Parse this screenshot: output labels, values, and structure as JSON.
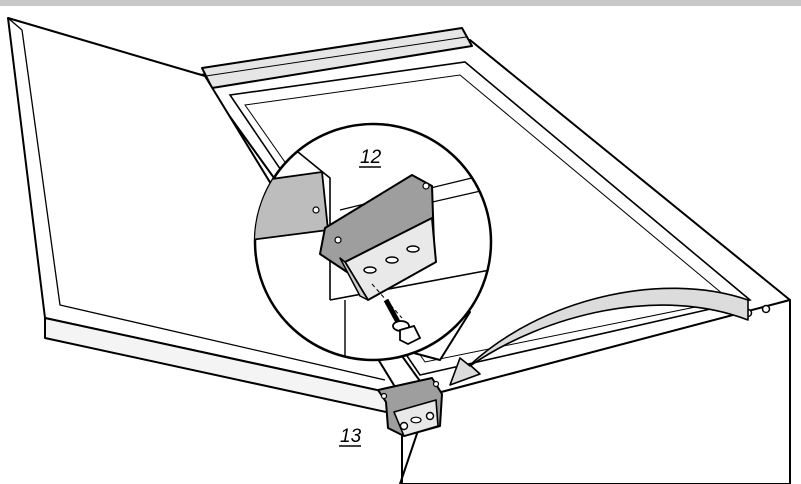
{
  "callouts": {
    "detail_part": "12",
    "hinge_part": "13"
  },
  "colors": {
    "line": "#000000",
    "background": "#ffffff",
    "shaded_part": "#bdbdbd",
    "light_shade": "#e6e6e6",
    "arrow_fill": "#dcdcdc"
  },
  "icons": {
    "move_direction": "curved-arrow"
  }
}
